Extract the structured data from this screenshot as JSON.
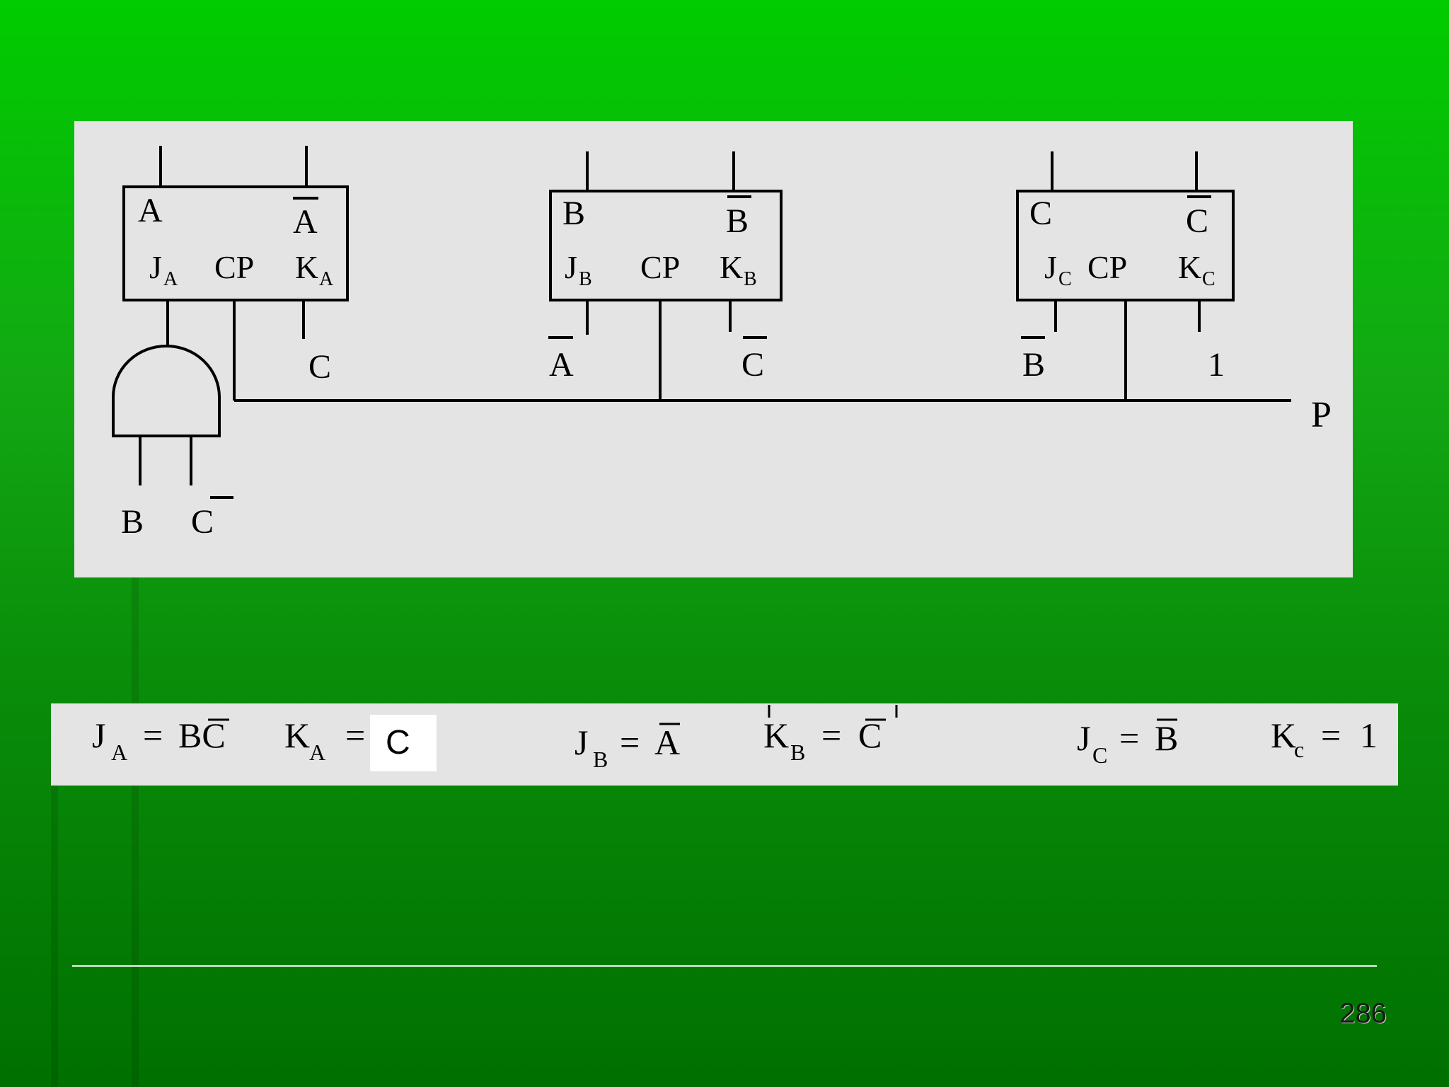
{
  "diagram": {
    "flipflops": [
      {
        "q": "A",
        "qbar": "A",
        "j": "J",
        "j_sub": "A",
        "clock": "CP",
        "k": "K",
        "k_sub": "A",
        "j_input": "",
        "k_input": "C"
      },
      {
        "q": "B",
        "qbar": "B",
        "j": "J",
        "j_sub": "B",
        "clock": "CP",
        "k": "K",
        "k_sub": "B",
        "j_input": "A",
        "k_input": "C"
      },
      {
        "q": "C",
        "qbar": "C",
        "j": "J",
        "j_sub": "C",
        "clock": "CP",
        "k": "K",
        "k_sub": "C",
        "j_input": "B",
        "k_input": "1"
      }
    ],
    "and_gate_inputs": [
      "B",
      "C"
    ],
    "clock_label": "P"
  },
  "equations": {
    "ja": {
      "lhs": "J",
      "sub": "A",
      "rhs": "BC"
    },
    "ka": {
      "lhs": "K",
      "sub": "A",
      "box_value": "C"
    },
    "jb": {
      "lhs": "J",
      "sub": "B",
      "rhs": "A"
    },
    "kb": {
      "lhs": "K",
      "sub": "B",
      "rhs": "C"
    },
    "jc": {
      "lhs": "J",
      "sub": "C",
      "rhs": "B"
    },
    "kc": {
      "lhs": "K",
      "sub": "c",
      "rhs": "1"
    }
  },
  "footer": {
    "page_number": "286"
  }
}
